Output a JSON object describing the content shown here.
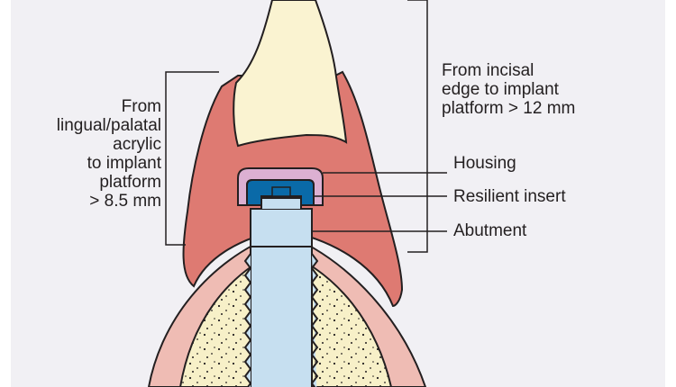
{
  "labels": {
    "left_measure": "From\nlingual/palatal\nacrylic\nto implant\nplatform\n> 8.5 mm",
    "right_measure": "From incisal\nedge to implant\nplatform > 12 mm",
    "housing": "Housing",
    "resilient_insert": "Resilient insert",
    "abutment": "Abutment"
  },
  "colors": {
    "background": "#f1f0f4",
    "denture_base": "#de7a72",
    "tooth": "#faf3d1",
    "gingiva": "#efbcb4",
    "bone": "#f7f0c8",
    "implant": "#c6dff0",
    "housing": "#dcb0d2",
    "resilient_insert": "#0a6aa8",
    "outline": "#231f20"
  }
}
